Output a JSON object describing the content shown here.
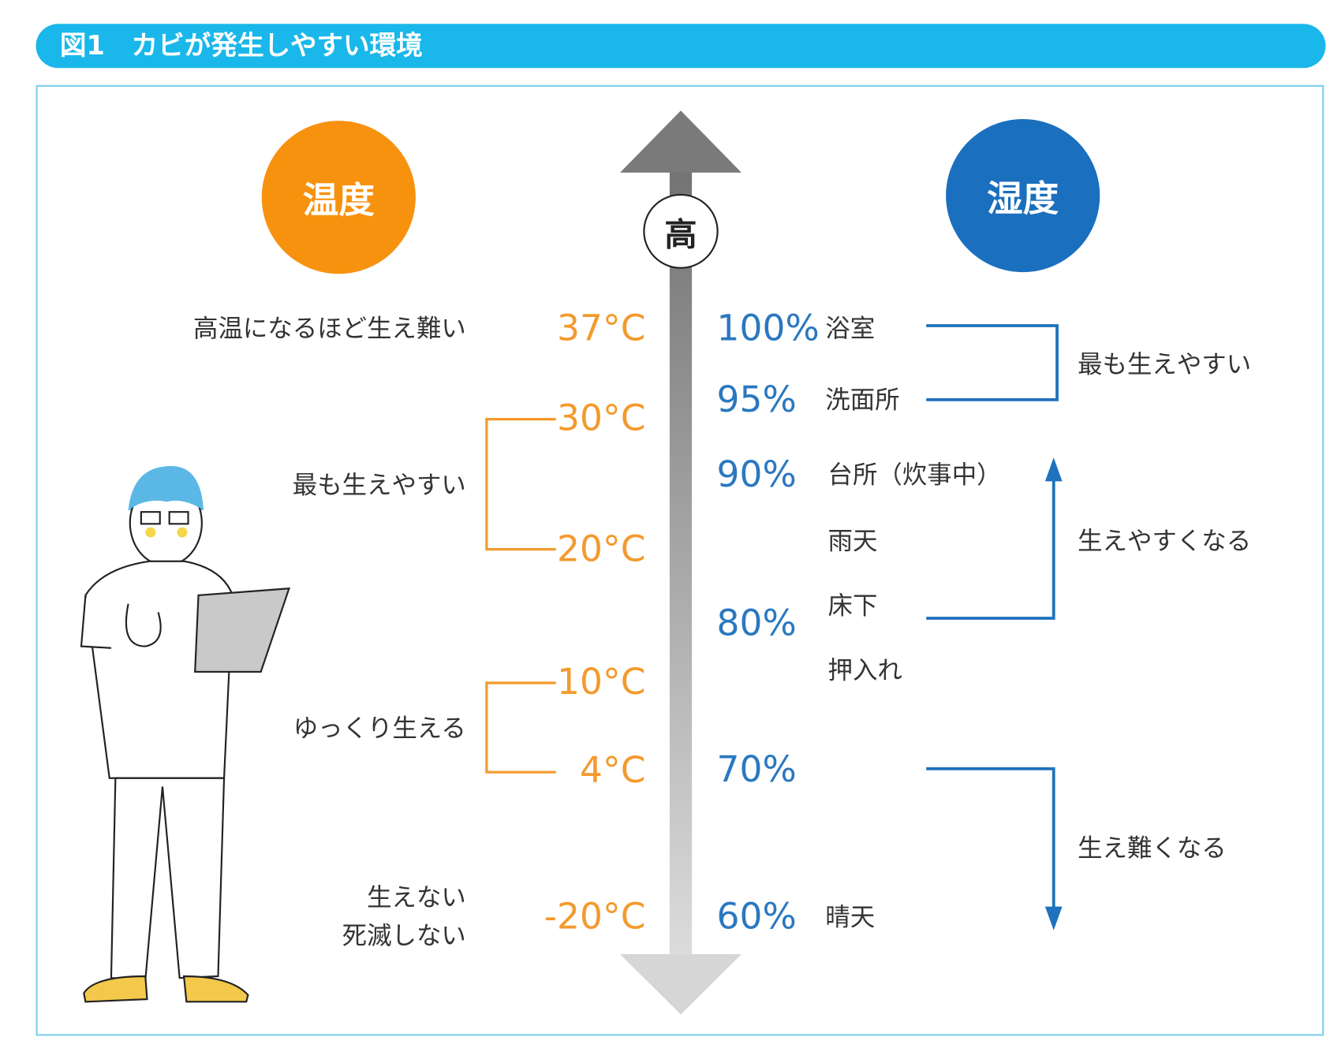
{
  "title": "図1　カビが発生しやすい環境",
  "temperature": {
    "heading": "温度",
    "color": "#f7920f",
    "levels": [
      "37°C",
      "30°C",
      "20°C",
      "10°C",
      "4°C",
      "-20°C"
    ],
    "notes": {
      "hot": "高温になるほど生え難い",
      "optimal": "最も生えやすい",
      "slow": "ゆっくり生える",
      "none_line1": "生えない",
      "none_line2": "死滅しない"
    }
  },
  "axis": {
    "high_label": "高"
  },
  "humidity": {
    "heading": "湿度",
    "color": "#1a6fbe",
    "levels": [
      "100%",
      "95%",
      "90%",
      "80%",
      "70%",
      "60%"
    ],
    "places": [
      "浴室",
      "洗面所",
      "台所（炊事中）",
      "雨天",
      "床下",
      "押入れ",
      "晴天"
    ],
    "notes": {
      "most": "最も生えやすい",
      "easier": "生えやすくなる",
      "harder": "生え難くなる"
    }
  }
}
